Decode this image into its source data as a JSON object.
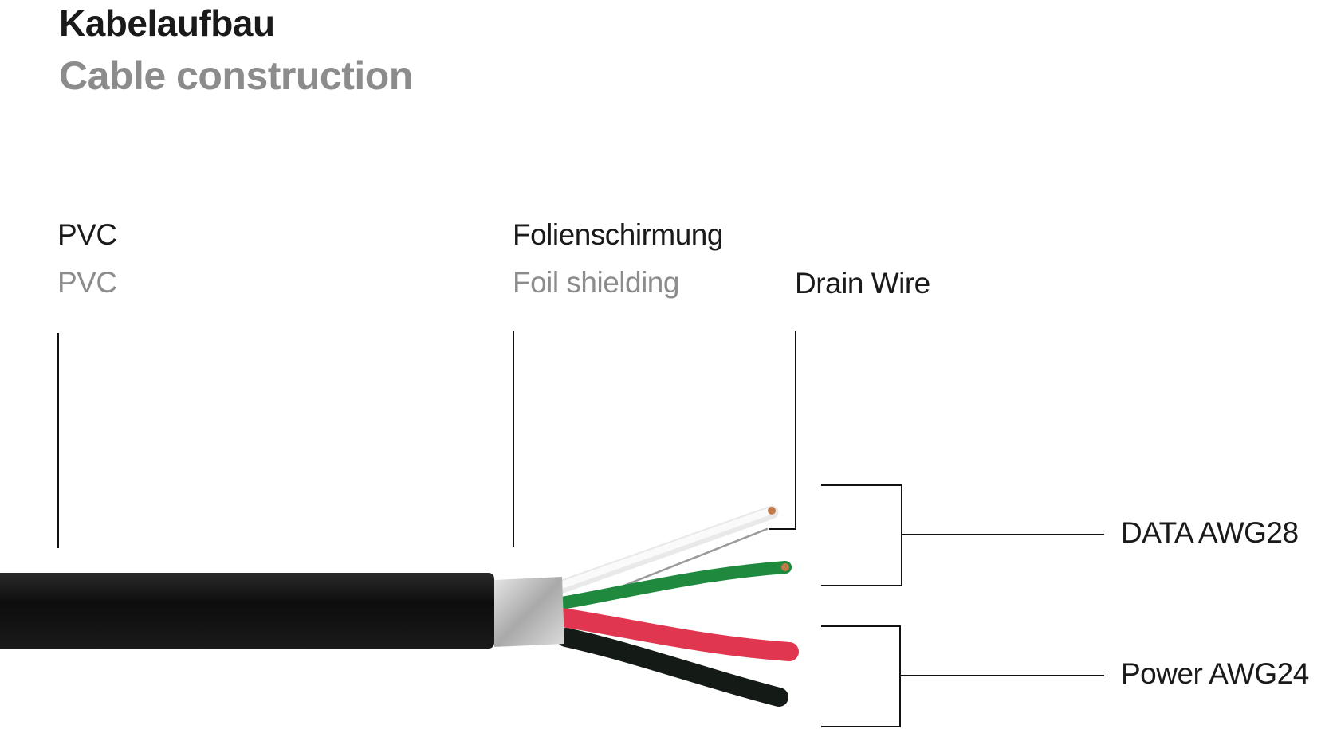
{
  "title": {
    "de": "Kabelaufbau",
    "en": "Cable construction"
  },
  "labels": {
    "pvc": {
      "de": "PVC",
      "en": "PVC"
    },
    "foil": {
      "de": "Folienschirmung",
      "en": "Foil shielding"
    },
    "drain": "Drain Wire",
    "data": "DATA AWG28",
    "power": "Power AWG24"
  },
  "colors": {
    "jacket": "#111111",
    "foil": "#c9c9c9",
    "white_wire": "#f2f2f2",
    "green_wire": "#1f8a3e",
    "red_wire": "#e0364f",
    "black_wire": "#141a16",
    "copper": "#c07a4a"
  }
}
